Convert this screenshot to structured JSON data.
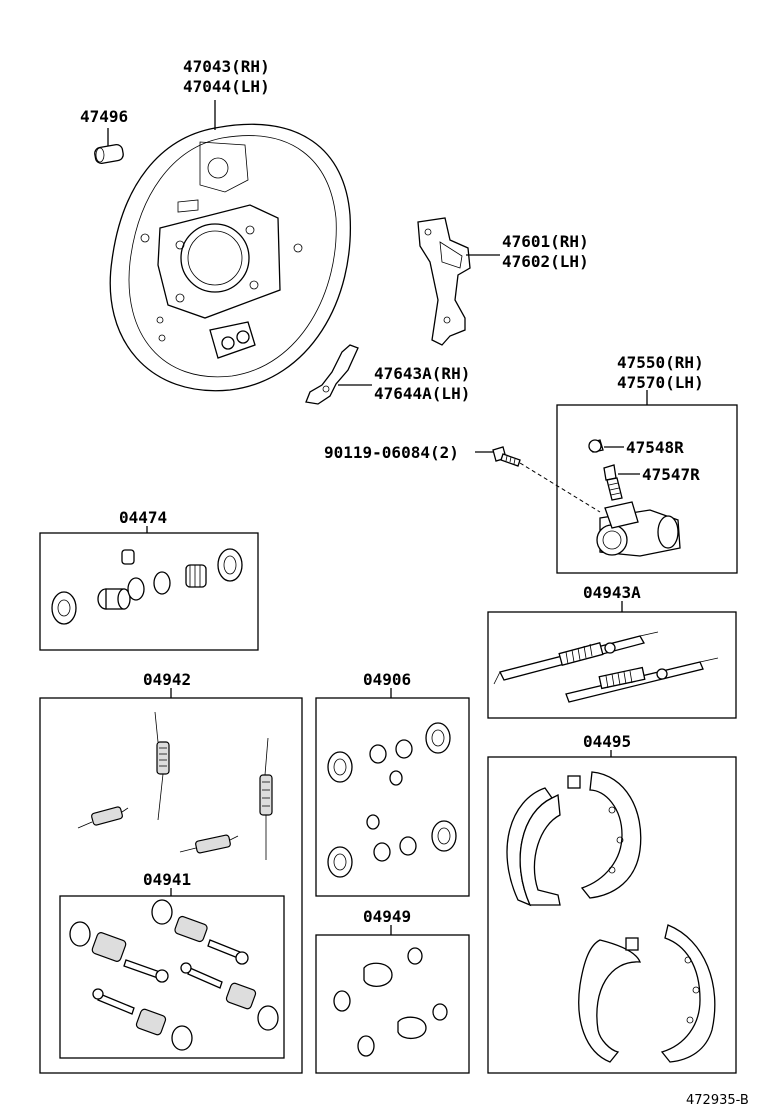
{
  "labels": {
    "p47043": "47043(RH)",
    "p47044": "47044(LH)",
    "p47496": "47496",
    "p47601": "47601(RH)",
    "p47602": "47602(LH)",
    "p47643": "47643A(RH)",
    "p47644": "47644A(LH)",
    "p47550": "47550(RH)",
    "p47570": "47570(LH)",
    "p47548": "47548R",
    "p47547": "47547R",
    "p90119": "90119-06084(2)",
    "k04474": "04474",
    "k04943a": "04943A",
    "k04942": "04942",
    "k04906": "04906",
    "k04495": "04495",
    "k04941": "04941",
    "k04949": "04949"
  },
  "footer": {
    "figure_number": "472935-B"
  }
}
